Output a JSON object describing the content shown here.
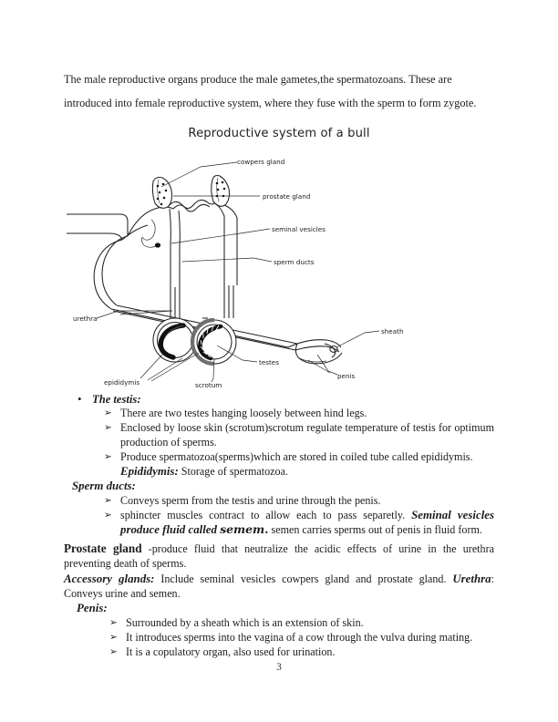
{
  "document": {
    "page_number": "3",
    "intro_paragraph": "The male reproductive organs produce the male gametes,the spermatozoans. These are introduced into female reproductive system, where they fuse with the sperm to form zygote."
  },
  "figure": {
    "title": "Reproductive system of a bull",
    "labels": {
      "cowpers_gland": "cowpers gland",
      "prostate_gland": "prostate gland",
      "seminal_vesicles": "seminal vesicles",
      "sperm_ducts": "sperm ducts",
      "urethra": "urethra",
      "sheath": "sheath",
      "penis": "penis",
      "testes": "testes",
      "scrotum": "scrotum",
      "epididymis": "epididymis"
    }
  },
  "sections": {
    "testis": {
      "bullet": "•",
      "heading": "The testis:",
      "items": [
        "There are two testes hanging loosely between hind legs.",
        "Enclosed by loose skin (scrotum)scrotum regulate temperature of testis for optimum production of sperms.",
        "Produce spermatozoa(sperms)which are stored in coiled tube called epididymis."
      ],
      "epididymis_label": "Epididymis:",
      "epididymis_text": " Storage of spermatozoa."
    },
    "sperm_ducts": {
      "heading": "Sperm ducts:",
      "item1": "Conveys sperm from the testis and urine through the penis.",
      "item2_lead": "sphincter muscles contract to allow each to pass separetly. ",
      "item2_bold_a": "Seminal vesicles produce fluid called ",
      "item2_bold_b": "semem.",
      "item2_tail": " semen carries sperms out of penis in fluid form."
    },
    "prostate_gland": {
      "heading": "Prostate gland",
      "text": " -produce fluid that neutralize the acidic effects of urine in the urethra preventing death of sperms."
    },
    "accessory_glands": {
      "heading": "Accessory glands:",
      "text": " Include seminal vesicles cowpers gland and prostate gland.  ",
      "urethra_label": "Urethra",
      "urethra_text": ": Conveys urine and semen."
    },
    "penis": {
      "heading": "Penis:",
      "items": [
        "Surrounded by a sheath which is an extension of skin.",
        "It introduces sperms into the vagina of a cow through the vulva during mating.",
        "It is a copulatory organ, also used for urination."
      ]
    }
  },
  "bullets": {
    "arrow_glyph": "➢"
  }
}
